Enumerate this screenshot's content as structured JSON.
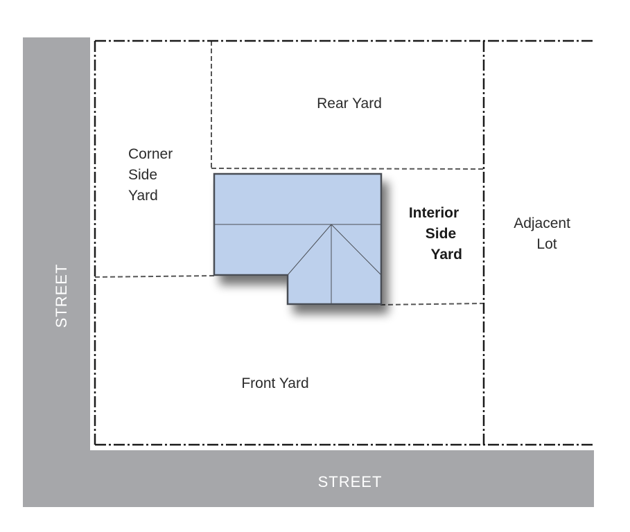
{
  "labels": {
    "rear_yard": "Rear Yard",
    "corner_side_yard": [
      "Corner",
      "Side",
      "Yard"
    ],
    "interior_side_yard": [
      "Interior",
      "Side",
      "Yard"
    ],
    "adjacent_lot": [
      "Adjacent",
      "Lot"
    ],
    "front_yard": "Front Yard",
    "street_left": "STREET",
    "street_bottom": "STREET"
  },
  "colors": {
    "street": "#a6a7aa",
    "building_fill": "#bdd0ec",
    "building_stroke": "#4a4e55",
    "lot_line": "#1a1a1a",
    "setback_line": "#555555",
    "text": "#2b2b2b"
  }
}
